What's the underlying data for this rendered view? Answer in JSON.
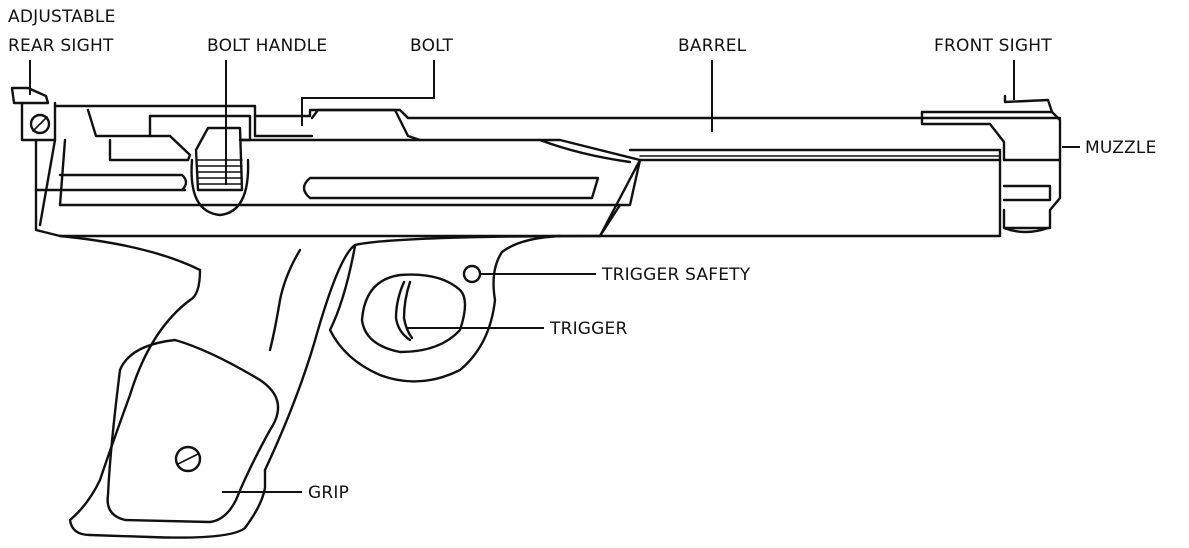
{
  "labels": {
    "rear_sight_line1": "ADJUSTABLE",
    "rear_sight_line2": "REAR SIGHT",
    "bolt_handle": "BOLT HANDLE",
    "bolt": "BOLT",
    "barrel": "BARREL",
    "front_sight": "FRONT SIGHT",
    "muzzle": "MUZZLE",
    "trigger_safety": "TRIGGER SAFETY",
    "trigger": "TRIGGER",
    "grip": "GRIP"
  },
  "colors": {
    "ink": "#111111",
    "background": "#ffffff"
  }
}
